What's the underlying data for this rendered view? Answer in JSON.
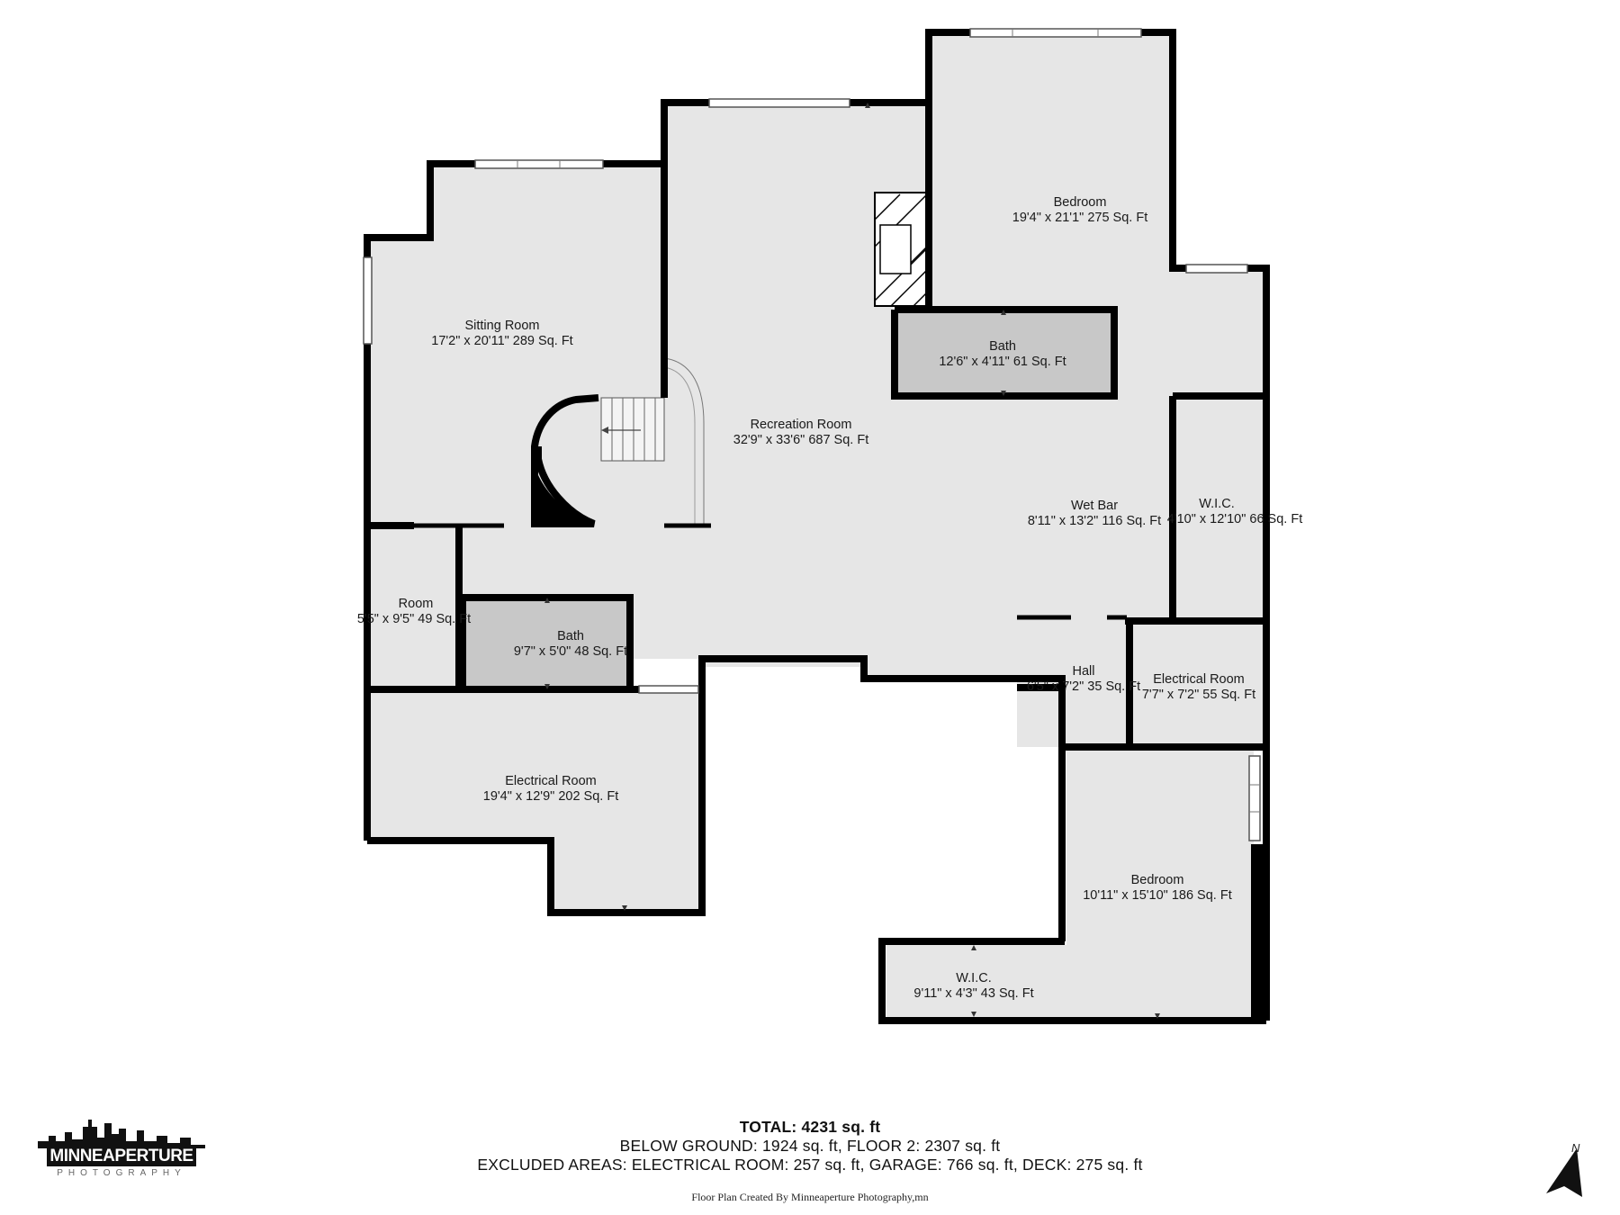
{
  "rooms": {
    "sitting_room": {
      "name": "Sitting Room",
      "dims": "17'2\" x 20'11\" 289 Sq. Ft"
    },
    "recreation_room": {
      "name": "Recreation Room",
      "dims": "32'9\" x 33'6\" 687 Sq. Ft"
    },
    "bedroom_top": {
      "name": "Bedroom",
      "dims": "19'4\" x 21'1\" 275 Sq. Ft"
    },
    "bath_top": {
      "name": "Bath",
      "dims": "12'6\" x 4'11\" 61 Sq. Ft"
    },
    "wet_bar": {
      "name": "Wet Bar",
      "dims": "8'11\" x 13'2\" 116 Sq. Ft"
    },
    "wic_right": {
      "name": "W.I.C.",
      "dims": "4'10\" x 12'10\" 66 Sq. Ft"
    },
    "room_small": {
      "name": "Room",
      "dims": "5'5\" x 9'5\" 49 Sq. Ft"
    },
    "bath_small": {
      "name": "Bath",
      "dims": "9'7\" x 5'0\" 48 Sq. Ft"
    },
    "hall": {
      "name": "Hall",
      "dims": "6'5\" x 7'2\" 35 Sq. Ft"
    },
    "electrical_right": {
      "name": "Electrical Room",
      "dims": "7'7\" x 7'2\" 55 Sq. Ft"
    },
    "electrical_left": {
      "name": "Electrical Room",
      "dims": "19'4\" x 12'9\" 202 Sq. Ft"
    },
    "bedroom_bottom": {
      "name": "Bedroom",
      "dims": "10'11\" x 15'10\" 186 Sq. Ft"
    },
    "wic_bottom": {
      "name": "W.I.C.",
      "dims": "9'11\" x 4'3\" 43 Sq. Ft"
    }
  },
  "summary": {
    "total": "TOTAL: 4231 sq. ft",
    "line2": "BELOW GROUND: 1924 sq. ft, FLOOR 2: 2307 sq. ft",
    "line3": "EXCLUDED AREAS: ELECTRICAL ROOM: 257 sq. ft, GARAGE: 766 sq. ft, DECK: 275 sq. ft"
  },
  "credit": "Floor Plan Created By Minneaperture Photography,mn",
  "logo": {
    "word": "MINNEAPERTURE",
    "sub": "PHOTOGRAPHY"
  },
  "compass": {
    "label": "N"
  },
  "colors": {
    "floor": "#e6e6e6",
    "bath": "#c8c8c8",
    "wall": "#000000",
    "window": "#ffffff"
  }
}
